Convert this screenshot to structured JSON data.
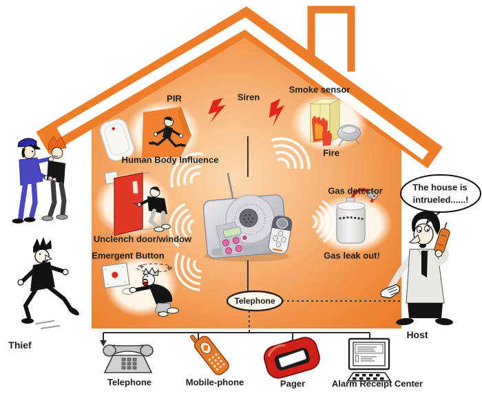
{
  "labels": {
    "pir": "PIR",
    "siren": "Siren",
    "smoke_sensor": "Smoke sensor",
    "fire": "Fire",
    "human_body_influence": "Human Body Influence",
    "gas_detector": "Gas detector",
    "gas_leak_out": "Gas leak out!",
    "unclench_door_window": "Unclench door/window",
    "emergent_button": "Emergent Button",
    "thief": "Thief",
    "host": "Host",
    "telephone_node": "Telephone"
  },
  "speech_bubble": {
    "line1": "The house is",
    "line2": "intrueled......!"
  },
  "receivers": [
    {
      "label": "Telephone"
    },
    {
      "label": "Mobile-phone"
    },
    {
      "label": "Pager"
    },
    {
      "label": "Alarm Receipt Center"
    }
  ],
  "colors": {
    "house_orange": "#ee7d2a",
    "house_light": "#fbd8ae",
    "alert_red": "#e0251c",
    "door_red": "#e13726",
    "uniform_blue": "#4a48c0",
    "mobile_orange": "#e2782a",
    "pager_red": "#cf2119"
  }
}
